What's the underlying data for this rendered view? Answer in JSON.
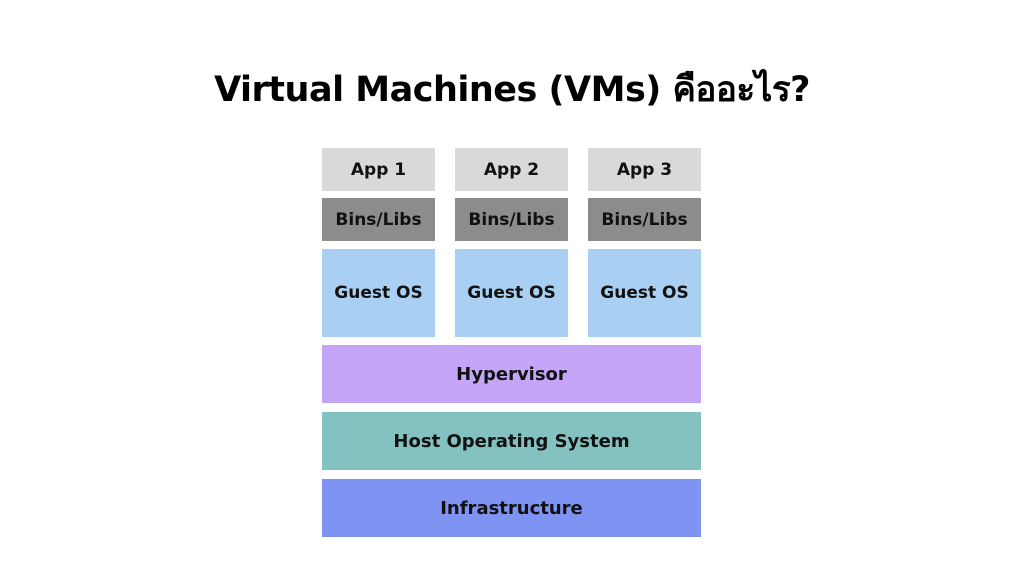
{
  "title": "Virtual Machines (VMs) คืออะไร?",
  "colors": {
    "app": "#d9d9d9",
    "libs": "#8c8c8c",
    "guest_os": "#a9d0f2",
    "hypervisor": "#c4a5f8",
    "host_os": "#84c1c1",
    "infrastructure": "#7f93f2"
  },
  "vms": [
    {
      "app": "App 1",
      "libs": "Bins/Libs",
      "os": "Guest OS"
    },
    {
      "app": "App 2",
      "libs": "Bins/Libs",
      "os": "Guest OS"
    },
    {
      "app": "App 3",
      "libs": "Bins/Libs",
      "os": "Guest OS"
    }
  ],
  "layers": {
    "hypervisor": "Hypervisor",
    "host_os": "Host Operating System",
    "infrastructure": "Infrastructure"
  }
}
